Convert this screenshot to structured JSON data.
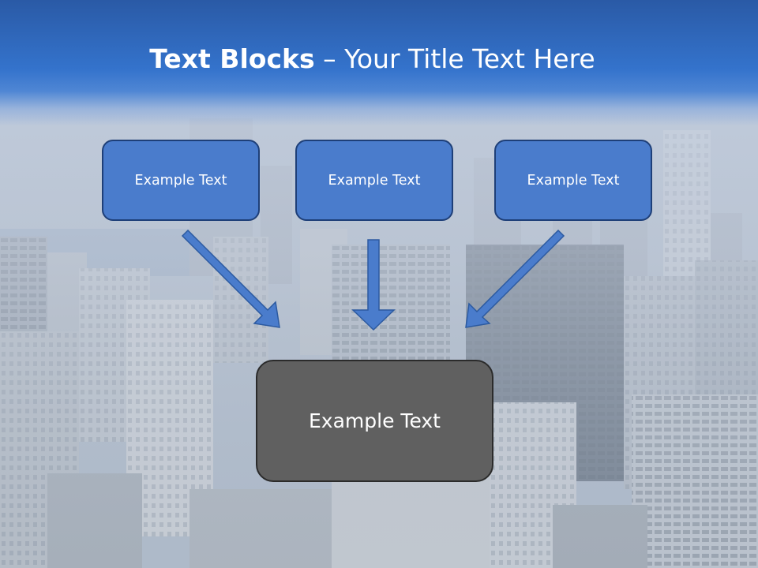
{
  "slide": {
    "title_bold": "Text Blocks",
    "title_separator": " – ",
    "title_rest": "Your Title Text Here"
  },
  "blocks": [
    {
      "label": "Example Text"
    },
    {
      "label": "Example Text"
    },
    {
      "label": "Example Text"
    }
  ],
  "main_block": {
    "label": "Example Text"
  },
  "colors": {
    "header_blue": "#3473cc",
    "block_blue": "#4a7ccc",
    "block_border": "#1e3f78",
    "main_gray": "#606060"
  }
}
